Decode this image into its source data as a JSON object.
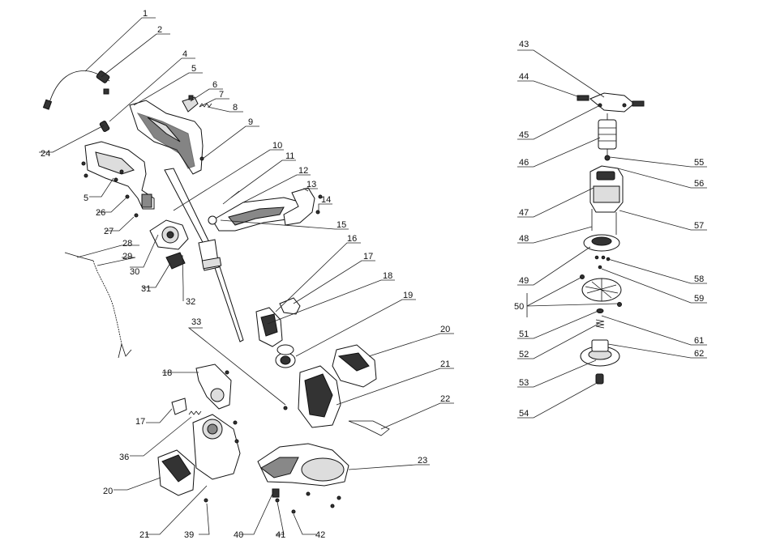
{
  "callouts": [
    "1",
    "2",
    "4",
    "5",
    "6",
    "7",
    "8",
    "9",
    "10",
    "11",
    "12",
    "13",
    "14",
    "15",
    "16",
    "17",
    "18",
    "19",
    "20",
    "21",
    "22",
    "23",
    "24",
    "26",
    "27",
    "28",
    "29",
    "30",
    "31",
    "32",
    "33",
    "36",
    "39",
    "40",
    "41",
    "42",
    "43",
    "44",
    "45",
    "46",
    "47",
    "48",
    "49",
    "50",
    "51",
    "52",
    "53",
    "54",
    "55",
    "56",
    "57",
    "58",
    "59",
    "61",
    "62"
  ],
  "labels": {
    "l1": "1",
    "l2": "2",
    "l4": "4",
    "l5a": "5",
    "l5b": "5",
    "l6": "6",
    "l7": "7",
    "l8": "8",
    "l9": "9",
    "l10": "10",
    "l11": "11",
    "l12": "12",
    "l13": "13",
    "l14": "14",
    "l15": "15",
    "l16": "16",
    "l17a": "17",
    "l17b": "17",
    "l18a": "18",
    "l18b": "18",
    "l19": "19",
    "l20a": "20",
    "l20b": "20",
    "l21a": "21",
    "l21b": "21",
    "l22": "22",
    "l23": "23",
    "l24": "24",
    "l26": "26",
    "l27": "27",
    "l28": "28",
    "l29": "29",
    "l30": "30",
    "l31": "31",
    "l32": "32",
    "l33": "33",
    "l36": "36",
    "l39": "39",
    "l40": "40",
    "l41": "41",
    "l42": "42",
    "l43": "43",
    "l44": "44",
    "l45": "45",
    "l46": "46",
    "l47": "47",
    "l48": "48",
    "l49": "49",
    "l50": "50",
    "l51": "51",
    "l52": "52",
    "l53": "53",
    "l54": "54",
    "l55": "55",
    "l56": "56",
    "l57": "57",
    "l58": "58",
    "l59": "59",
    "l61": "61",
    "l62": "62"
  }
}
